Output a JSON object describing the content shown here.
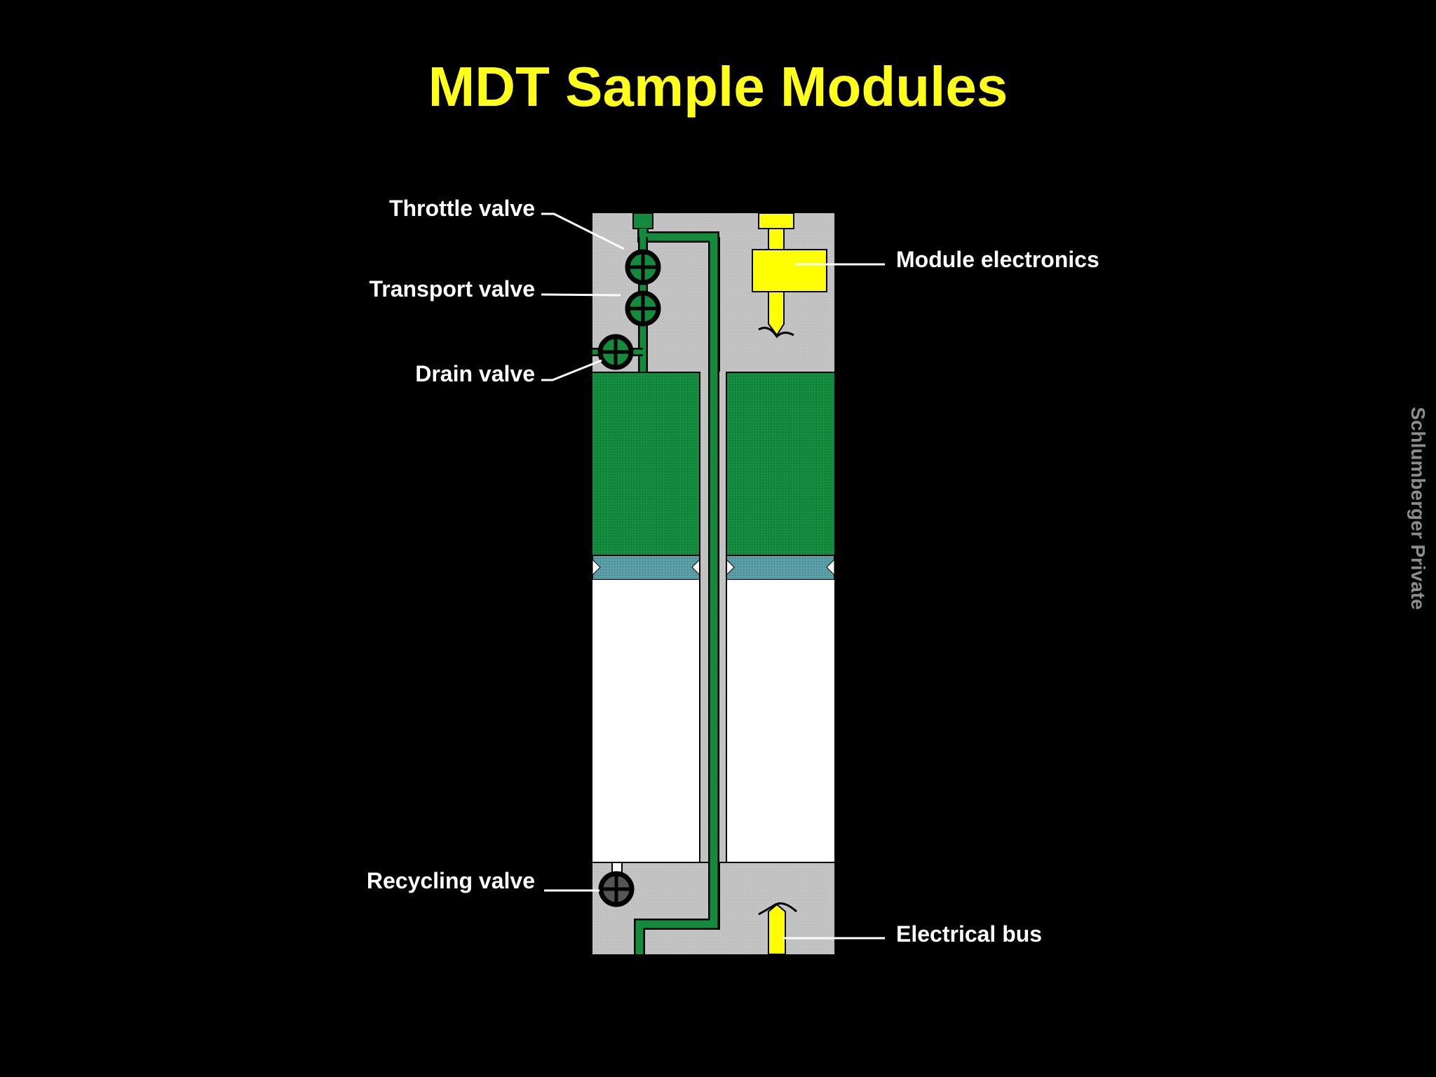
{
  "title": "MDT Sample Modules",
  "labels": {
    "throttle_valve": "Throttle valve",
    "transport_valve": "Transport valve",
    "drain_valve": "Drain valve",
    "recycling_valve": "Recycling valve",
    "module_electronics": "Module electronics",
    "electrical_bus": "Electrical bus"
  },
  "side_note": "Schlumberger Private",
  "colors": {
    "background": "#000000",
    "title": "#ffff1a",
    "flowline": "#138a3c",
    "sample_fluid": "#138a3c",
    "piston": "#5f9ea0",
    "buffer": "#ffffff",
    "housing": "#c4c4c4",
    "electrical": "#ffff00"
  }
}
